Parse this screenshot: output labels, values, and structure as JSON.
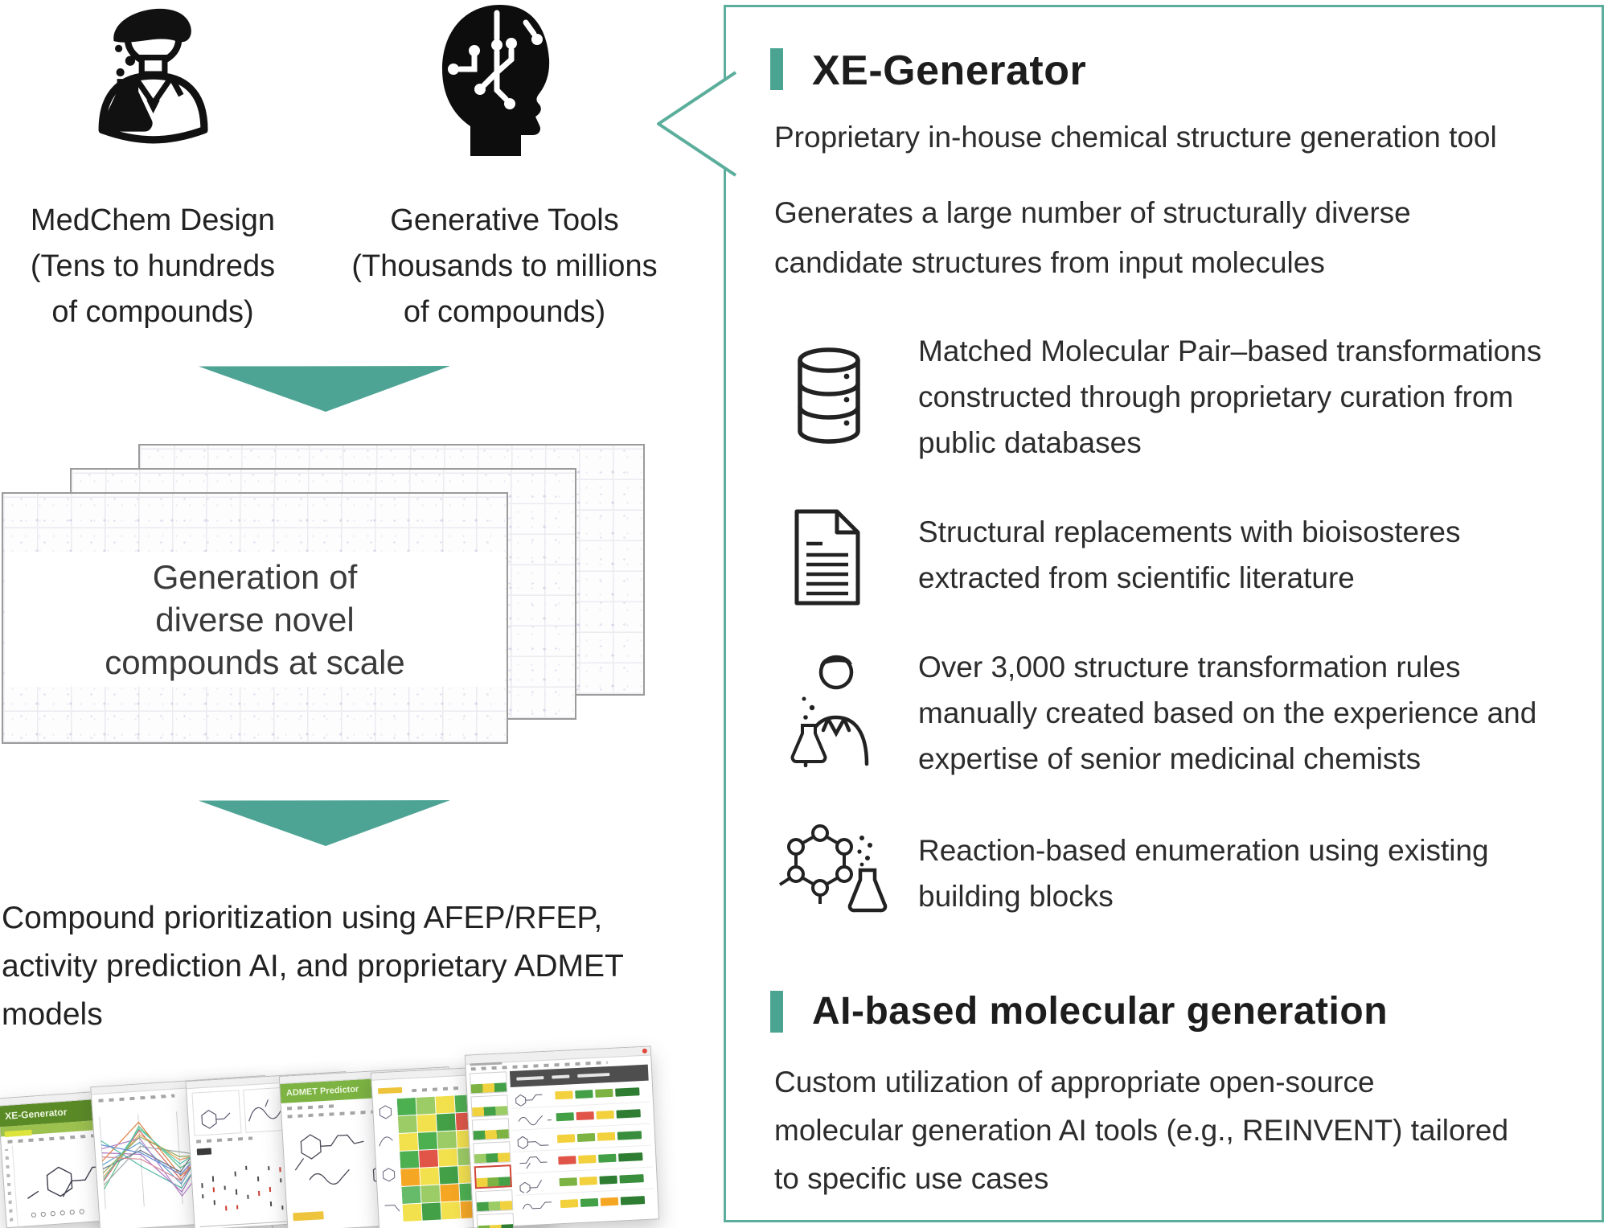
{
  "palette": {
    "teal_accent": "#4ba392",
    "teal_border": "#5bae9c",
    "teal_arrow": "#4da394",
    "app_green_dark": "#5a8a26",
    "app_green_light": "#7cb342",
    "text_dark": "#222222"
  },
  "inputs": {
    "medchem": {
      "icon": "medchem-scientist-icon",
      "lines": [
        "MedChem Design",
        "(Tens to hundreds",
        "of compounds)"
      ]
    },
    "generative": {
      "icon": "ai-head-circuit-icon",
      "lines": [
        "Generative Tools",
        "(Thousands to millions",
        "of compounds)"
      ]
    }
  },
  "flow": {
    "cards_caption": [
      "Generation of",
      "diverse novel",
      "compounds at scale"
    ],
    "prioritization": [
      "Compound prioritization using AFEP/RFEP,",
      "activity prediction AI, and proprietary ADMET",
      "models"
    ]
  },
  "panel": {
    "xe": {
      "title": "XE-Generator",
      "para1": "Proprietary in-house chemical structure generation tool",
      "para2": [
        "Generates a large number of structurally diverse",
        "candidate structures from input molecules"
      ],
      "bullets": [
        {
          "icon": "database-icon",
          "lines": [
            "Matched Molecular Pair–based transformations",
            "constructed through proprietary curation from",
            "public databases"
          ]
        },
        {
          "icon": "document-icon",
          "lines": [
            "Structural replacements with bioisosteres",
            "extracted from scientific literature"
          ]
        },
        {
          "icon": "chemist-flask-icon",
          "lines": [
            "Over 3,000 structure transformation rules",
            "manually created based on the experience and",
            "expertise of senior medicinal chemists"
          ]
        },
        {
          "icon": "reaction-flask-icon",
          "lines": [
            "Reaction-based enumeration using existing",
            "building blocks"
          ]
        }
      ]
    },
    "ai": {
      "title": "AI-based molecular generation",
      "para": [
        "Custom utilization of appropriate open-source",
        "molecular generation AI tools (e.g., REINVENT) tailored",
        "to specific use cases"
      ]
    }
  },
  "gallery": {
    "xe_app_title": "XE-Generator",
    "admet_app_title": "ADMET Predictor"
  }
}
